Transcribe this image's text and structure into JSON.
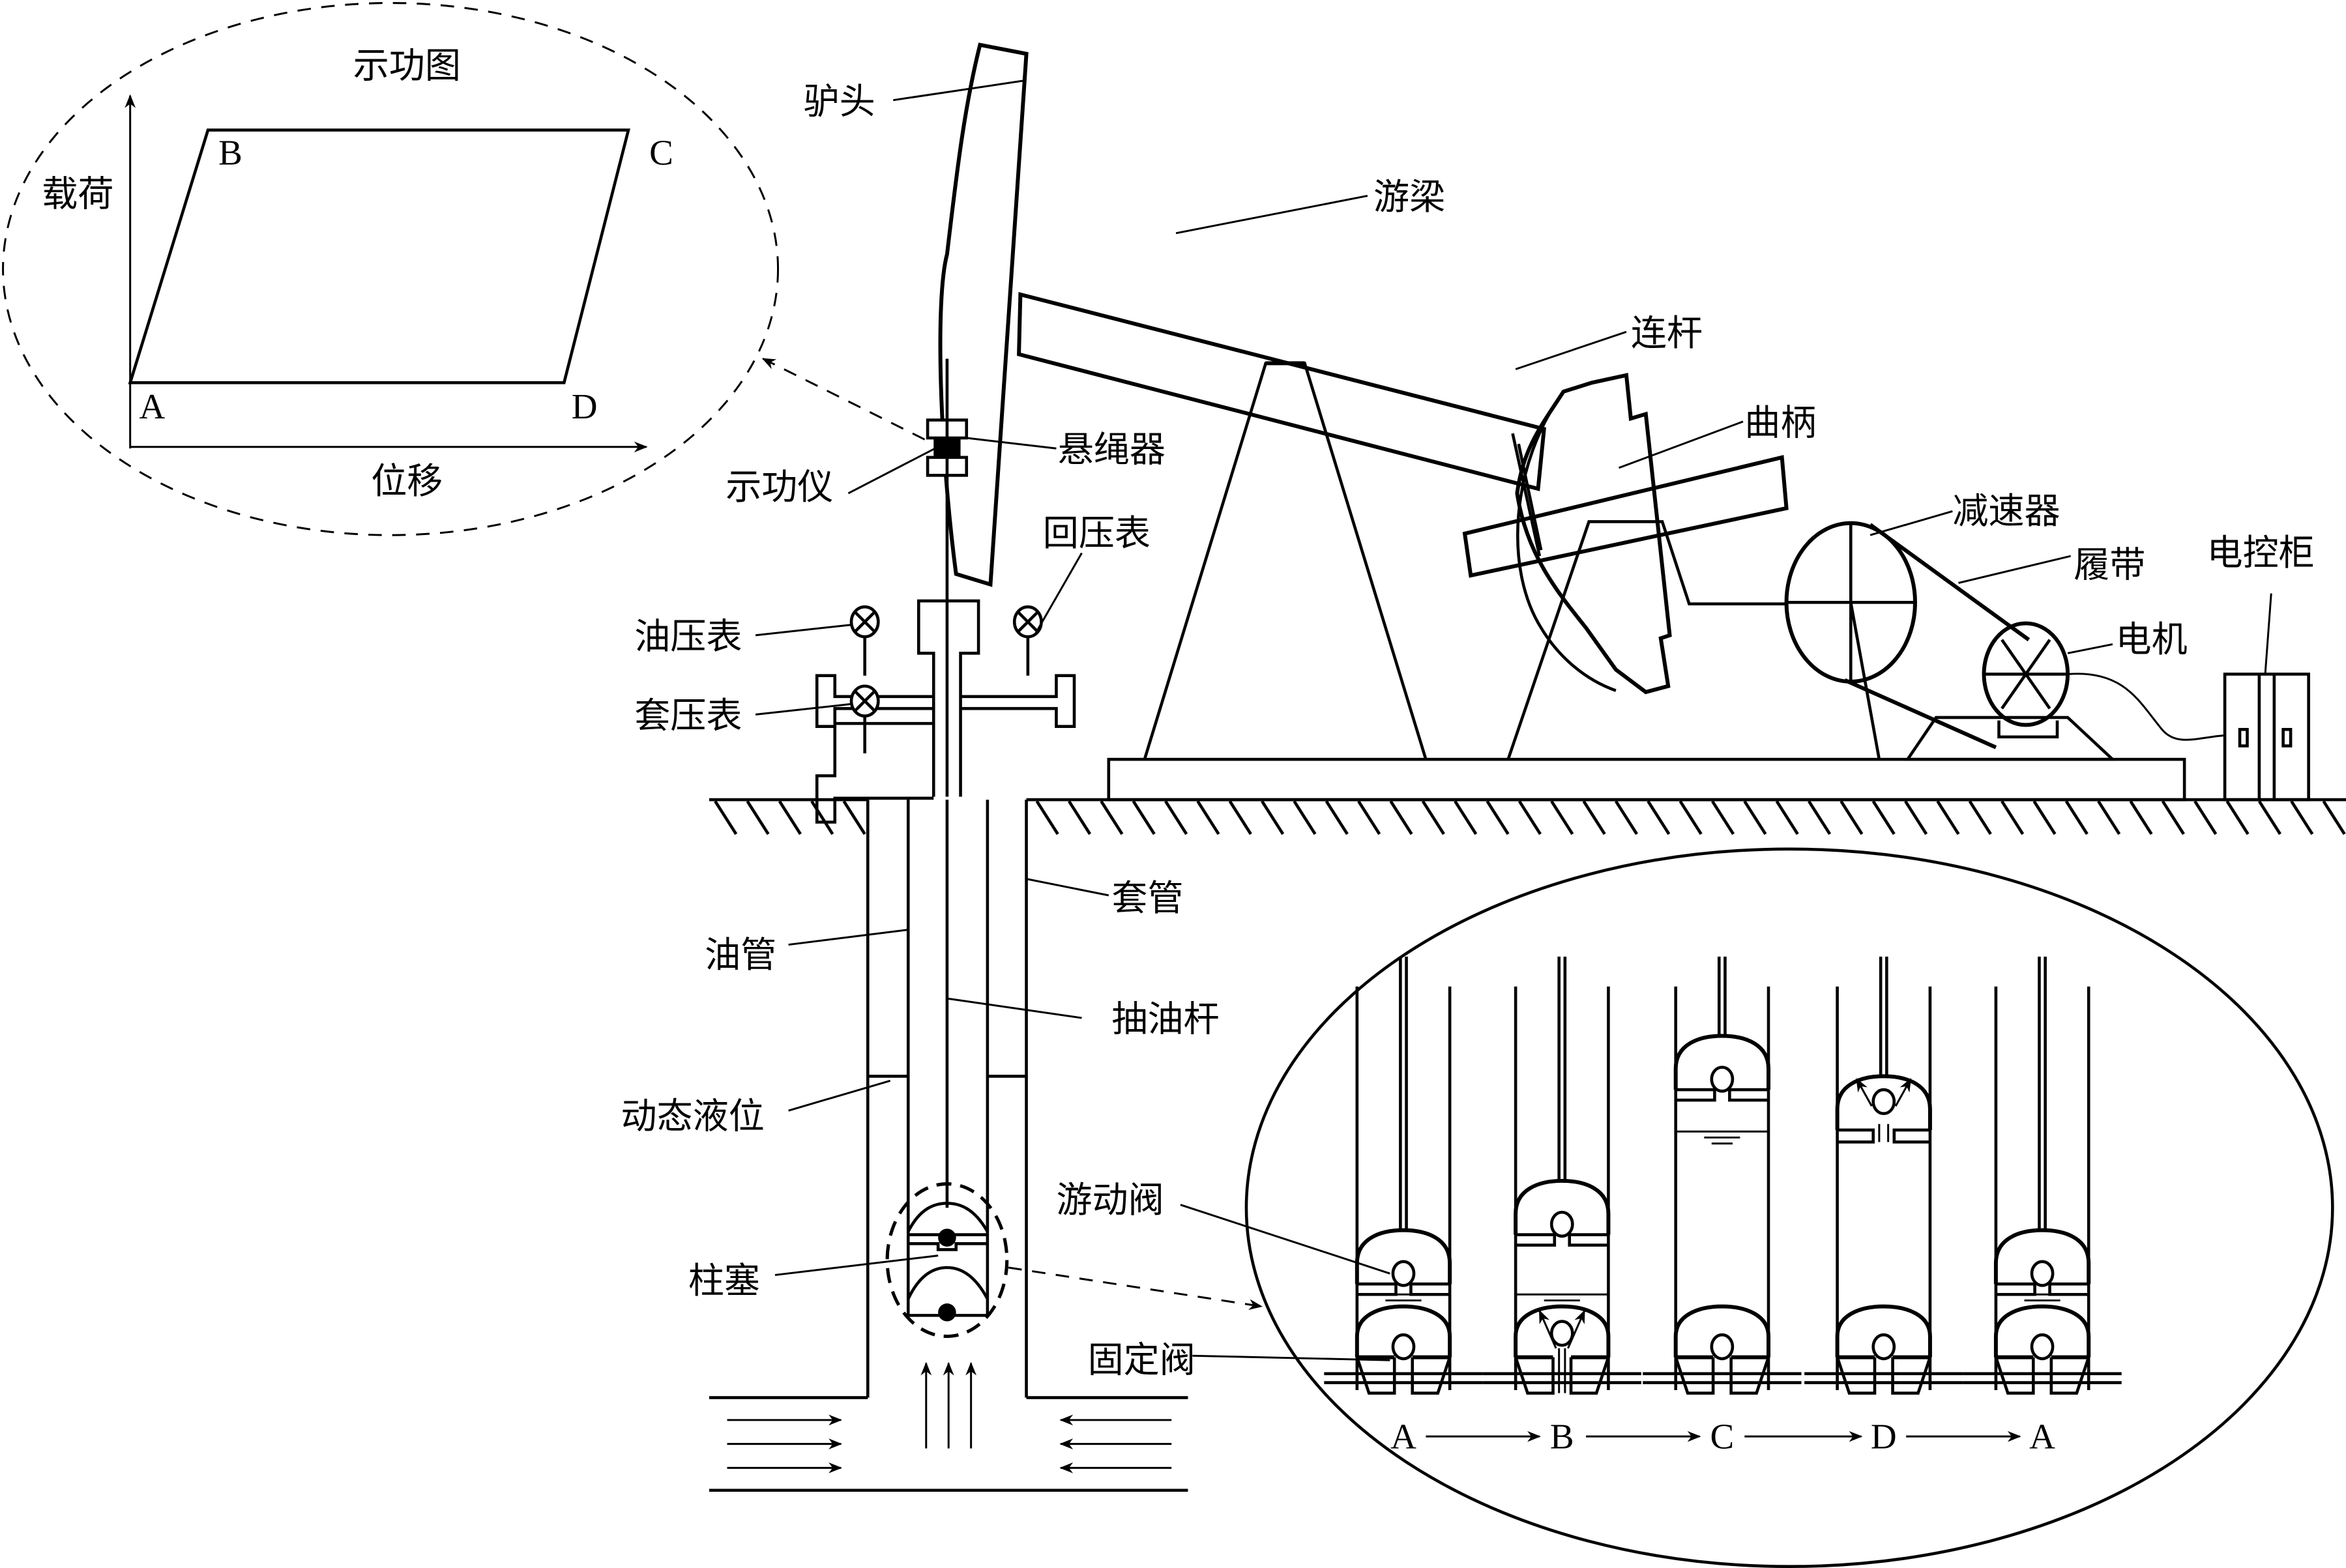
{
  "title": "有杆抽油系统示意图",
  "dynamometer_card": {
    "title": "示功图",
    "y_axis_label": "载荷",
    "x_axis_label": "位移",
    "points": [
      "A",
      "B",
      "C",
      "D"
    ]
  },
  "surface_labels": {
    "horse_head": "驴头",
    "walking_beam": "游梁",
    "pitman": "连杆",
    "crank": "曲柄",
    "reducer": "减速器",
    "belt": "履带",
    "motor": "电机",
    "control_cabinet": "电控柜",
    "polished_rod_clamp": "悬绳器",
    "dynamometer": "示功仪",
    "back_pressure_gauge": "回压表",
    "tubing_pressure_gauge": "油压表",
    "casing_pressure_gauge": "套压表"
  },
  "downhole_labels": {
    "casing": "套管",
    "tubing": "油管",
    "sucker_rod": "抽油杆",
    "dynamic_fluid_level": "动态液位",
    "plunger": "柱塞",
    "traveling_valve": "游动阀",
    "standing_valve": "固定阀"
  },
  "stroke_sequence": [
    "A",
    "B",
    "C",
    "D",
    "A"
  ],
  "icons": {
    "pressure_gauge": "circle-cross-icon",
    "flow_arrow": "arrow-icon"
  }
}
